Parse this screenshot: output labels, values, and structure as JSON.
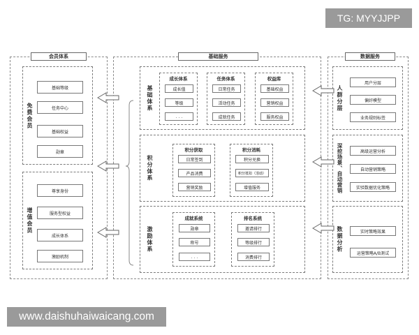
{
  "watermarks": {
    "top": "TG: MYYJJPP",
    "bottom": "www.daishuhaiwaicang.com"
  },
  "member": {
    "title": "会员体系",
    "groups": [
      {
        "label": "免费会员",
        "items": [
          "基础等级",
          "任务中心",
          "基础权益",
          "勋章"
        ]
      },
      {
        "label": "增值会员",
        "items": [
          "尊享身份",
          "服务型权益",
          "成长体系",
          "激励机制"
        ]
      }
    ]
  },
  "base": {
    "title": "基础服务",
    "sections": [
      {
        "label": "基础体系",
        "modules": [
          {
            "title": "成长体系",
            "items": [
              "成长值",
              "等级",
              ". . ."
            ]
          },
          {
            "title": "任务体系",
            "items": [
              "日常任务",
              "活动任务",
              "成就任务"
            ]
          },
          {
            "title": "权益库",
            "items": [
              "基础权益",
              "营销权益",
              "服务权益"
            ]
          }
        ]
      },
      {
        "label": "积分体系",
        "modules": [
          {
            "title": "积分获取",
            "items": [
              "日常签到",
              "产品消费",
              "营销奖励"
            ]
          },
          {
            "title": "积分消耗",
            "items": [
              "积分兑换",
              "积分抵扣（活动）",
              "增值服务"
            ]
          }
        ]
      },
      {
        "label": "激励体系",
        "modules": [
          {
            "title": "成就系统",
            "items": [
              "勋章",
              "称号",
              ". . ."
            ]
          },
          {
            "title": "排名系统",
            "items": [
              "邀请排行",
              "等级排行",
              "消费排行"
            ]
          }
        ]
      }
    ]
  },
  "data_service": {
    "title": "数据服务",
    "sections": [
      {
        "label": "人群分层",
        "items": [
          "用户分层",
          "偏好模型",
          "业务规则标签"
        ]
      },
      {
        "label": "深挖场景、自动营销",
        "items": [
          "高级运营分析",
          "自动营销策略",
          "实验数据优化策略"
        ]
      },
      {
        "label": "数据分析",
        "items": [
          "实时策略效果",
          "运营策略A/B测试"
        ]
      }
    ]
  }
}
